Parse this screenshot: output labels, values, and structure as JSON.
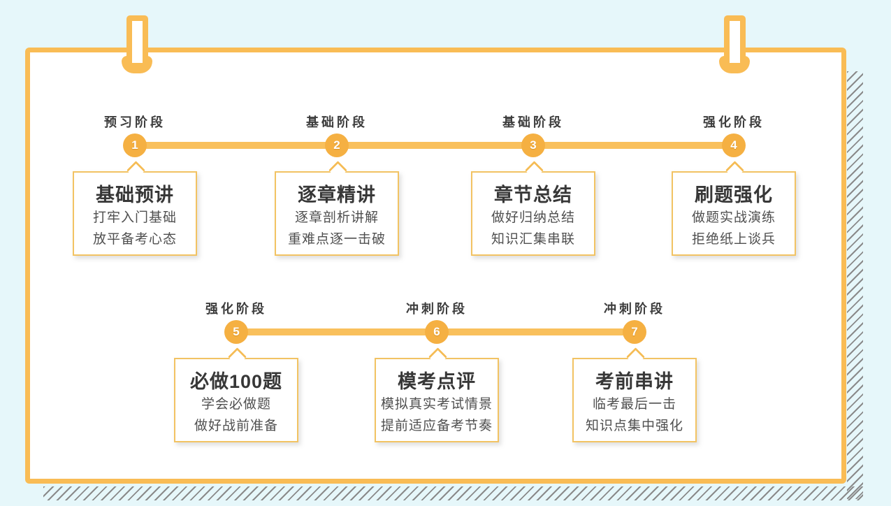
{
  "colors": {
    "background": "#e6f7fa",
    "board_border": "#f9bc55",
    "timeline_line": "#f9c05c",
    "node_fill": "#f5b042",
    "card_border": "#f2c363",
    "hatch_gray": "#8a8a8a",
    "title_text": "#373737",
    "body_text": "#4f4f4f"
  },
  "rows": [
    {
      "stages": [
        {
          "phase": "预习阶段",
          "number": "1",
          "title": "基础预讲",
          "line1": "打牢入门基础",
          "line2": "放平备考心态"
        },
        {
          "phase": "基础阶段",
          "number": "2",
          "title": "逐章精讲",
          "line1": "逐章剖析讲解",
          "line2": "重难点逐一击破"
        },
        {
          "phase": "基础阶段",
          "number": "3",
          "title": "章节总结",
          "line1": "做好归纳总结",
          "line2": "知识汇集串联"
        },
        {
          "phase": "强化阶段",
          "number": "4",
          "title": "刷题强化",
          "line1": "做题实战演练",
          "line2": "拒绝纸上谈兵"
        }
      ]
    },
    {
      "stages": [
        {
          "phase": "强化阶段",
          "number": "5",
          "title": "必做100题",
          "line1": "学会必做题",
          "line2": "做好战前准备"
        },
        {
          "phase": "冲刺阶段",
          "number": "6",
          "title": "模考点评",
          "line1": "模拟真实考试情景",
          "line2": "提前适应备考节奏"
        },
        {
          "phase": "冲刺阶段",
          "number": "7",
          "title": "考前串讲",
          "line1": "临考最后一击",
          "line2": "知识点集中强化"
        }
      ]
    }
  ]
}
